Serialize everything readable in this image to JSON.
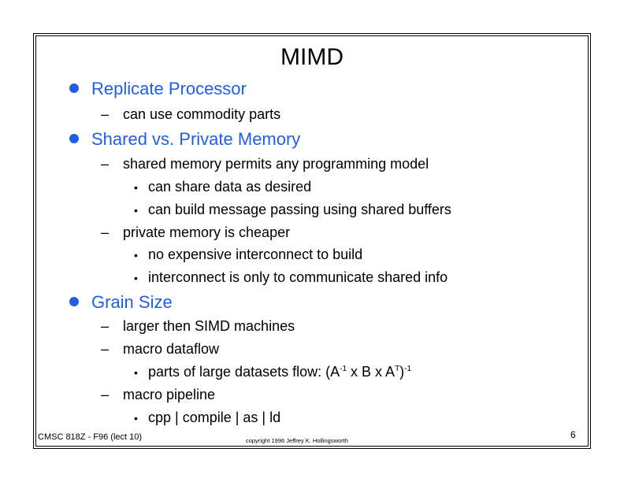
{
  "slide": {
    "title": "MIMD",
    "items": [
      {
        "level": 1,
        "text": "Replicate Processor"
      },
      {
        "level": 2,
        "text": "can use commodity parts"
      },
      {
        "level": 1,
        "text": "Shared vs. Private Memory"
      },
      {
        "level": 2,
        "text": "shared memory permits any programming model"
      },
      {
        "level": 3,
        "text": "can share data as desired"
      },
      {
        "level": 3,
        "text": "can build message passing using shared buffers"
      },
      {
        "level": 2,
        "text": "private memory is cheaper"
      },
      {
        "level": 3,
        "text": "no expensive interconnect to build"
      },
      {
        "level": 3,
        "text": "interconnect is only to communicate shared info"
      },
      {
        "level": 1,
        "text": "Grain Size"
      },
      {
        "level": 2,
        "text": "larger then SIMD machines"
      },
      {
        "level": 2,
        "text": "macro dataflow"
      },
      {
        "level": 3,
        "text_prefix": "parts of large datasets flow: (A",
        "sup1": "-1",
        "text_mid": " x B x A",
        "sup2": "T",
        "text_mid2": ")",
        "sup3": "-1"
      },
      {
        "level": 2,
        "text": "macro pipeline"
      },
      {
        "level": 3,
        "text": "cpp | compile | as | ld"
      }
    ],
    "accent_color": "#1f5fe6"
  },
  "footer": {
    "course": "CMSC 818Z - F96  (lect 10)",
    "copyright": "copyright 1996  Jeffrey K. Hollingsworth",
    "page_number": "6"
  }
}
